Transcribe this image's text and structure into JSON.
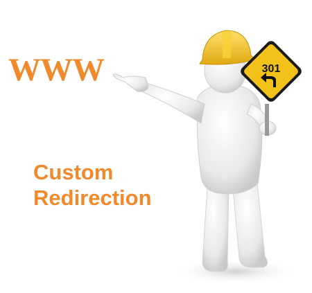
{
  "heading": "WWW",
  "caption": {
    "line1": "Custom",
    "line2": "Redirection"
  },
  "sign": {
    "code": "301",
    "icon": "turn-left-arrow-icon",
    "color": "#f2c21a"
  },
  "accent_color": "#f08a2c",
  "helmet_color": "#f0c419"
}
